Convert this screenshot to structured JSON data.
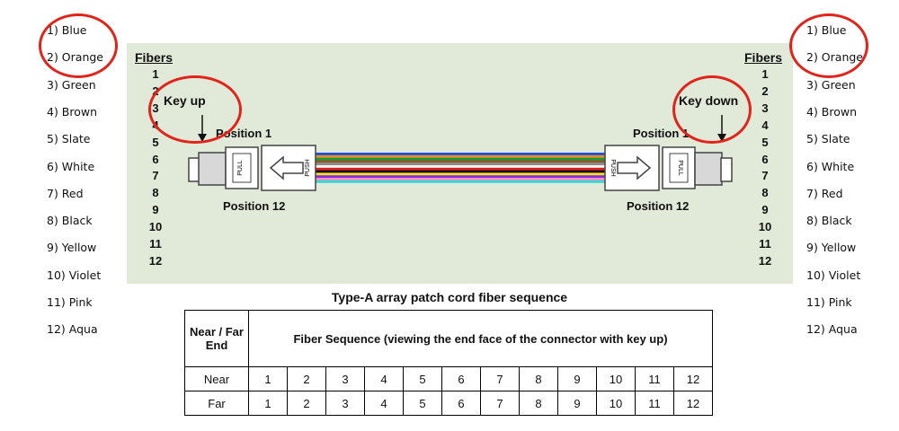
{
  "left_colors": [
    "1) Blue",
    "2) Orange",
    "3) Green",
    "4) Brown",
    "5) Slate",
    "6) White",
    "7) Red",
    "8) Black",
    "9) Yellow",
    "10) Violet",
    "11) Pink",
    "12) Aqua"
  ],
  "right_colors": [
    "1) Blue",
    "2) Orange",
    "3) Green",
    "4) Brown",
    "5) Slate",
    "6) White",
    "7) Red",
    "8) Black",
    "9) Yellow",
    "10) Violet",
    "11) Pink",
    "12) Aqua"
  ],
  "diagram": {
    "fibers_label": "Fibers",
    "fiber_numbers": [
      "1",
      "2",
      "3",
      "4",
      "5",
      "6",
      "7",
      "8",
      "9",
      "10",
      "11",
      "12"
    ],
    "key_up": "Key up",
    "key_down": "Key down",
    "position_1": "Position 1",
    "position_12": "Position 12",
    "pull_label": "PULL",
    "push_label": "PUSH",
    "fiber_colors": [
      "#1f4fe0",
      "#f28c1e",
      "#1a9a3a",
      "#8b5a2b",
      "#8c8c8c",
      "#f5f5f5",
      "#e01e1e",
      "#111111",
      "#f0e020",
      "#8a2be2",
      "#f48fc0",
      "#36d6d6"
    ],
    "highlight_color": "#e2231a",
    "panel_color": "#e1e9d8"
  },
  "caption": "Type-A array patch cord fiber sequence",
  "table": {
    "header_left": "Near / Far End",
    "header_right": "Fiber Sequence (viewing the end face of the connector with key up)",
    "rows": [
      {
        "label": "Near",
        "values": [
          "1",
          "2",
          "3",
          "4",
          "5",
          "6",
          "7",
          "8",
          "9",
          "10",
          "11",
          "12"
        ]
      },
      {
        "label": "Far",
        "values": [
          "1",
          "2",
          "3",
          "4",
          "5",
          "6",
          "7",
          "8",
          "9",
          "10",
          "11",
          "12"
        ]
      }
    ]
  }
}
